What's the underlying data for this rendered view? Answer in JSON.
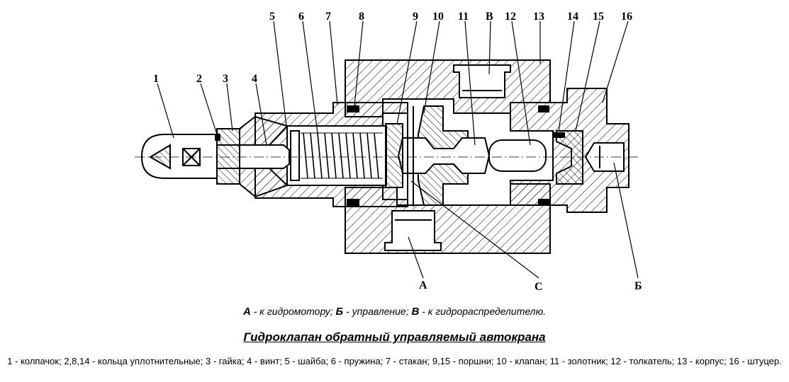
{
  "callouts": {
    "n1": "1",
    "n2": "2",
    "n3": "3",
    "n4": "4",
    "n5": "5",
    "n6": "6",
    "n7": "7",
    "n8": "8",
    "n9": "9",
    "n10": "10",
    "n11": "11",
    "nB": "В",
    "n12": "12",
    "n13": "13",
    "n14": "14",
    "n15": "15",
    "n16": "16",
    "portA": "А",
    "portC": "С",
    "portB2": "Б"
  },
  "legend": {
    "a_key": "А",
    "a_text": " - к гидромотору; ",
    "b_key": "Б",
    "b_text": " - управление; ",
    "v_key": "В",
    "v_text": " - к гидрораспределителю."
  },
  "title": "Гидроклапан обратный управляемый автокрана",
  "parts": "1 - колпачок; 2,8,14 - кольца уплотнительные; 3 - гайка; 4 - винт; 5 - шайба; 6 - пружина; 7 - стакан; 9,15 - поршни; 10 - клапан; 11 - золотник; 12 - толкатель; 13 - корпус; 16 - штуцер."
}
